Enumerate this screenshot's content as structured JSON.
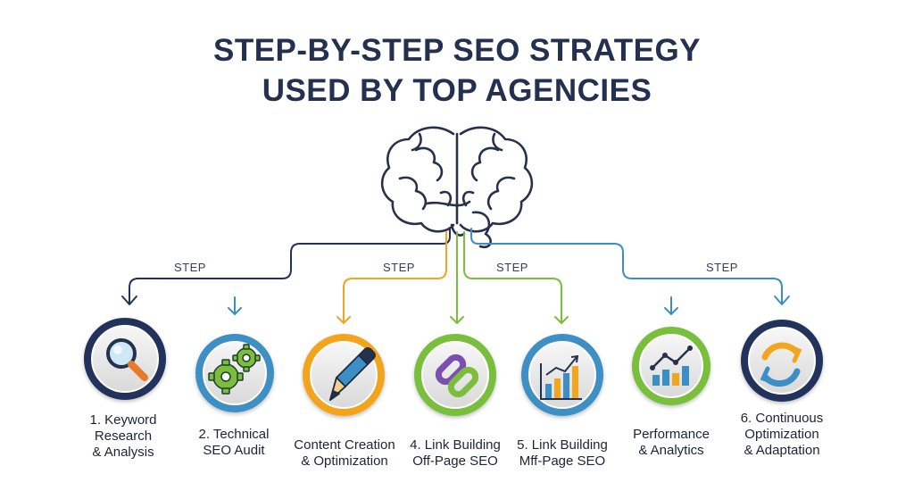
{
  "header": {
    "title_line1": "STEP-BY-STEP SEO STRATEGY",
    "title_line2": "USED BY TOP AGENCIES"
  },
  "connectors": {
    "step_word": "STEP"
  },
  "steps": [
    {
      "line1": "1. Keyword",
      "line2": "Research",
      "line3": "& Analysis",
      "icon": "magnifier-icon",
      "ring_color": "#22325a"
    },
    {
      "line1": "2. Technical",
      "line2": "SEO Audit",
      "icon": "gears-icon",
      "ring_color": "#3c8fc4"
    },
    {
      "line1": "Content Creation",
      "line2": "& Optimization",
      "icon": "pen-icon",
      "ring_color": "#f2a51f"
    },
    {
      "line1": "4. Link Building",
      "line2": "Off-Page SEO",
      "icon": "chain-link-icon",
      "ring_color": "#79bf3c"
    },
    {
      "line1": "5. Link Building",
      "line2": "Mff-Page SEO",
      "icon": "bar-chart-icon",
      "ring_color": "#3c8fc4"
    },
    {
      "line1": "Performance",
      "line2": "& Analytics",
      "icon": "trend-chart-icon",
      "ring_color": "#79bf3c"
    },
    {
      "line1": "6. Continuous",
      "line2": "Optimization",
      "line3": "& Adaptation",
      "icon": "refresh-arrows-icon",
      "ring_color": "#22325a"
    }
  ],
  "colors": {
    "navy": "#22325a",
    "blue": "#3c8fc4",
    "orange": "#f2a51f",
    "green": "#79bf3c"
  }
}
